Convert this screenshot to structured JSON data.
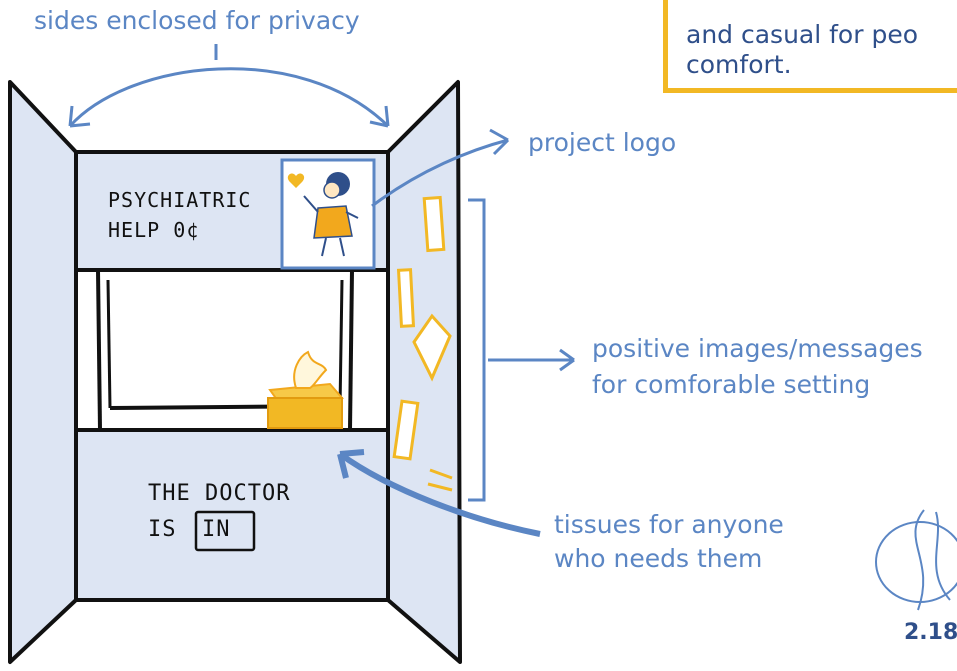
{
  "annotations": {
    "privacy": "sides enclosed for privacy",
    "logo": "project logo",
    "positive_line1": "positive images/messages",
    "positive_line2": "for comforable setting",
    "tissues_line1": "tissues for anyone",
    "tissues_line2": "who needs them"
  },
  "note": {
    "line1": "and casual for peo",
    "line2": "comfort."
  },
  "booth": {
    "top_sign_line1": "PSYCHIATRIC",
    "top_sign_line2": "HELP   0¢",
    "bottom_sign_line1": "THE DOCTOR",
    "bottom_sign_line2_prefix": "IS",
    "bottom_sign_status": "IN"
  },
  "signature": {
    "date": "2.18"
  },
  "colors": {
    "annotation_blue": "#5b86c4",
    "panel_blue": "#dde5f3",
    "accent_yellow": "#f2b824",
    "ink": "#111111"
  }
}
